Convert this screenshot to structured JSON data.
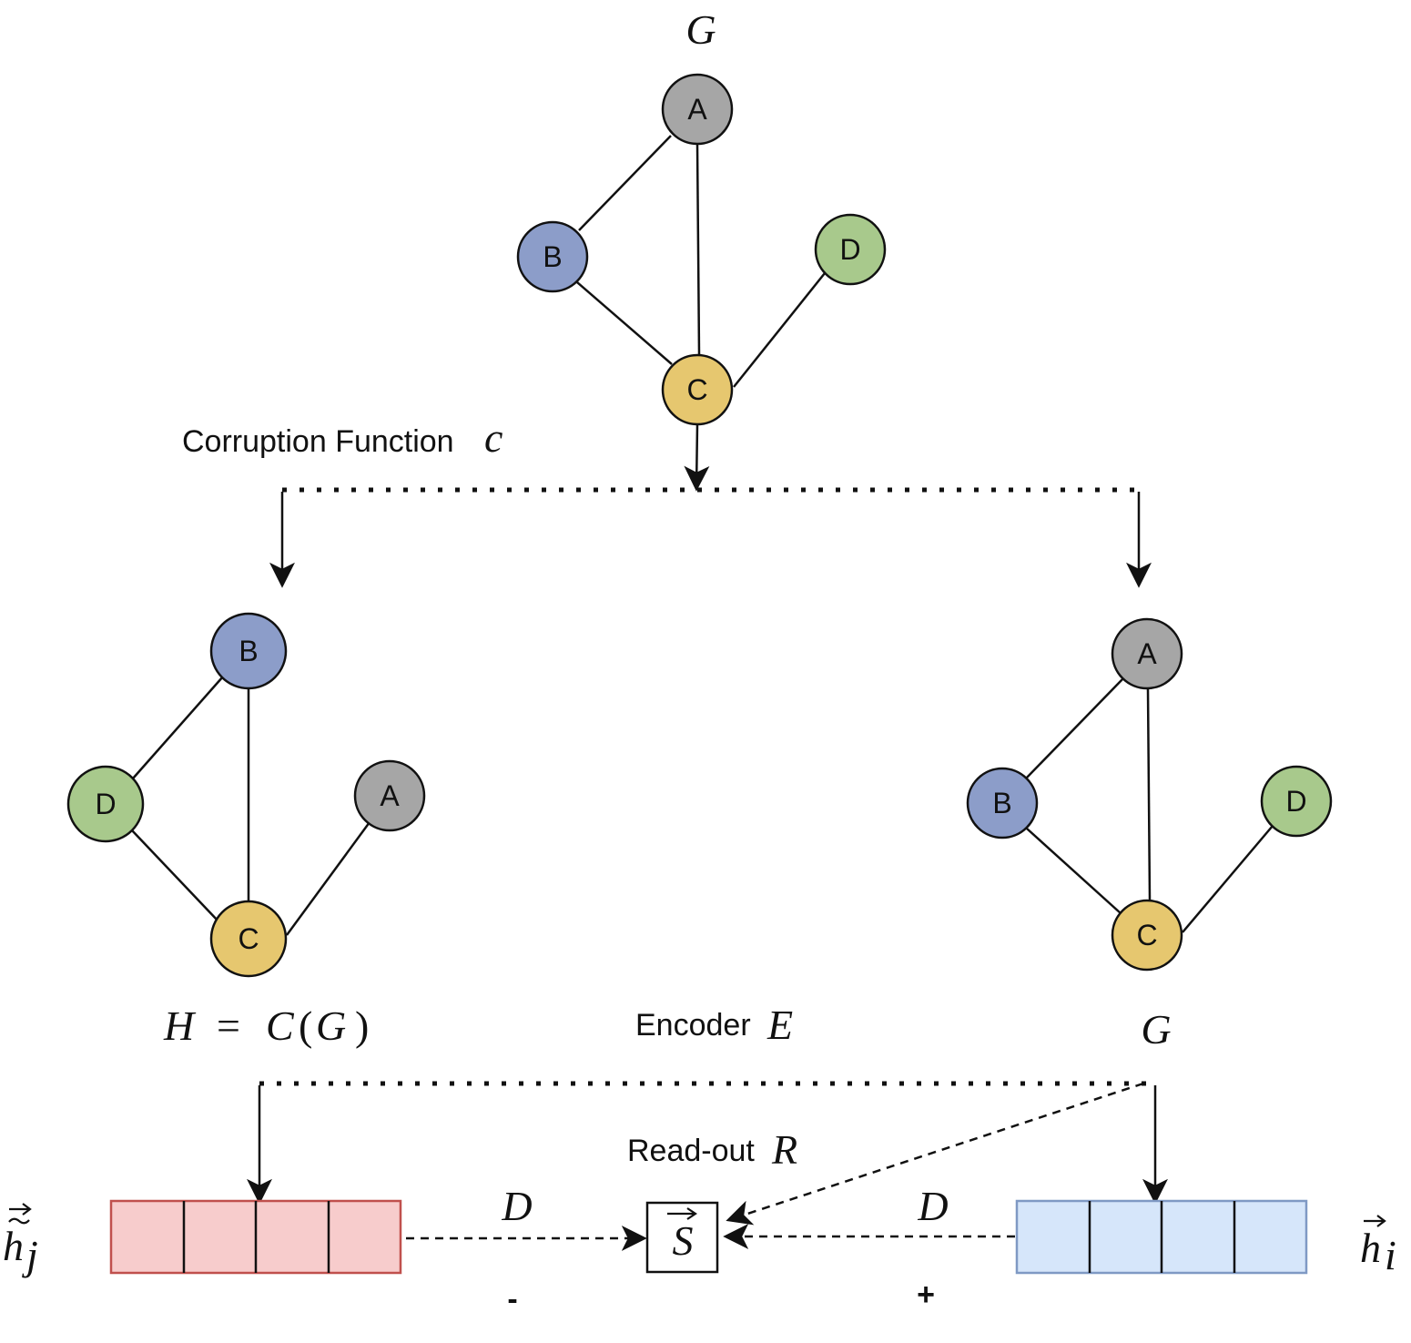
{
  "colors": {
    "node_A": "#a6a6a6",
    "node_B": "#8c9dc9",
    "node_C": "#e6c76f",
    "node_D": "#a8c98c",
    "vector_negative_fill": "#f7cccc",
    "vector_negative_stroke": "#c0504d",
    "vector_positive_fill": "#d6e6fa",
    "vector_positive_stroke": "#7f99c4"
  },
  "top_graph": {
    "title": "G",
    "nodes": {
      "A": "A",
      "B": "B",
      "C": "C",
      "D": "D"
    }
  },
  "corruption": {
    "text": "Corruption Function",
    "symbol": "c"
  },
  "corrupted_graph": {
    "nodes": {
      "A": "A",
      "B": "B",
      "C": "C",
      "D": "D"
    },
    "caption": {
      "h": "H",
      "eq": "=",
      "c": "C",
      "open": "(",
      "g": "G",
      "close": ")"
    }
  },
  "clean_graph": {
    "nodes": {
      "A": "A",
      "B": "B",
      "C": "C",
      "D": "D"
    },
    "caption": "G"
  },
  "encoder": {
    "text": "Encoder",
    "symbol": "E"
  },
  "readout": {
    "text": "Read-out",
    "symbol": "R"
  },
  "summary": {
    "symbol": "S"
  },
  "discriminator": {
    "left": "D",
    "right": "D"
  },
  "signs": {
    "negative": "-",
    "positive": "+"
  },
  "vectors": {
    "negative": {
      "base": "h",
      "sub": "j",
      "cells": 4
    },
    "positive": {
      "base": "h",
      "sub": "i",
      "cells": 4
    }
  }
}
